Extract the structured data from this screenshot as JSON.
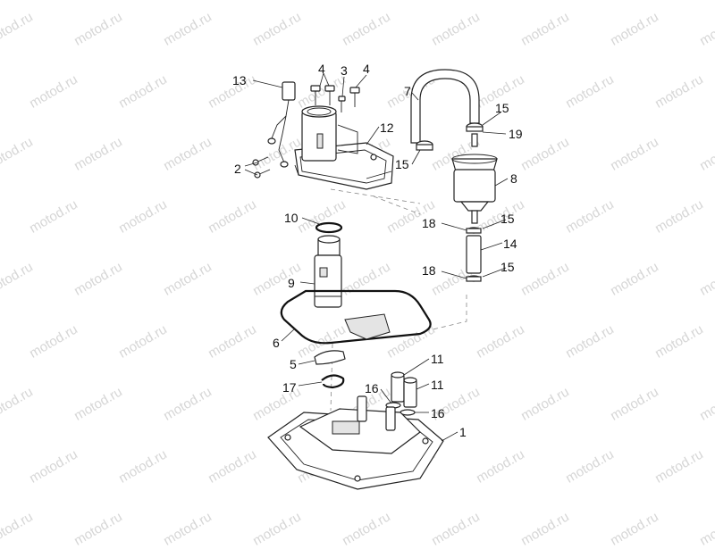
{
  "watermark": "motod.ru",
  "callouts": {
    "c1": "1",
    "c2": "2",
    "c3": "3",
    "c4a": "4",
    "c4b": "4",
    "c5": "5",
    "c6": "6",
    "c7": "7",
    "c8": "8",
    "c9": "9",
    "c10": "10",
    "c11a": "11",
    "c11b": "11",
    "c12": "12",
    "c13": "13",
    "c14": "14",
    "c15a": "15",
    "c15b": "15",
    "c15c": "15",
    "c15d": "15",
    "c16a": "16",
    "c16b": "16",
    "c17": "17",
    "c18a": "18",
    "c18b": "18",
    "c19": "19"
  }
}
